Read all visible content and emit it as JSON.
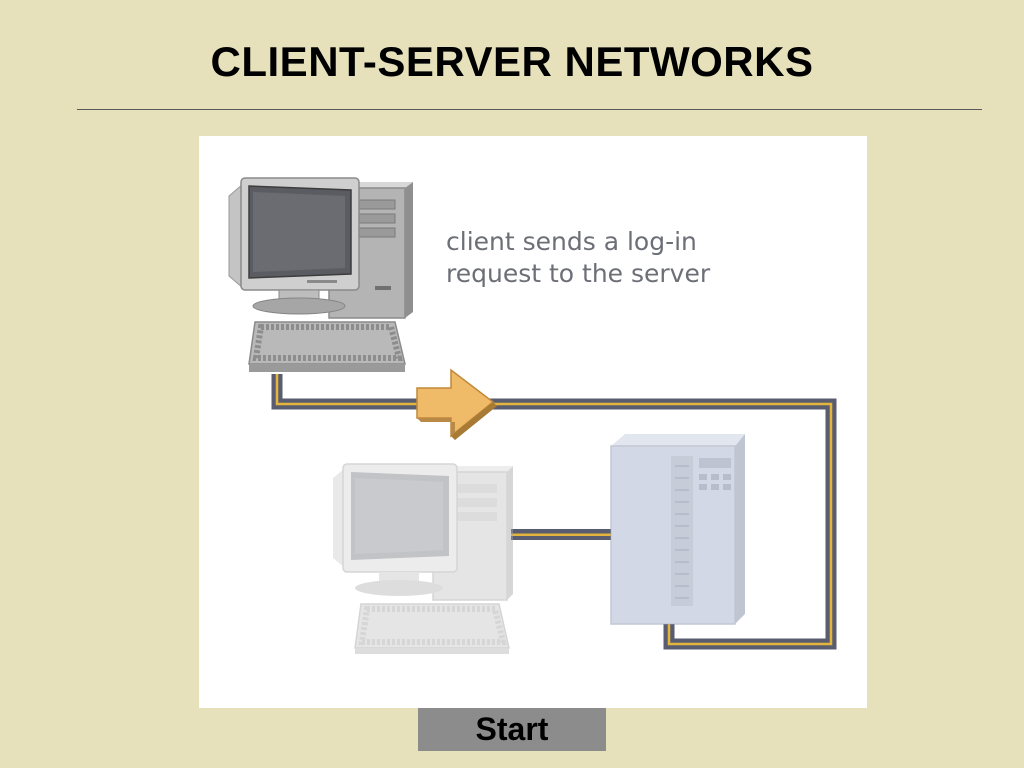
{
  "slide": {
    "title": "CLIENT-SERVER NETWORKS"
  },
  "diagram": {
    "caption_line1": "client sends a log-in",
    "caption_line2": "request to the server"
  },
  "controls": {
    "start_label": "Start"
  },
  "colors": {
    "background": "#e6e1bb",
    "cable": "#595d6f",
    "cable_signal": "#e3b53c",
    "arrow": "#e3ab55",
    "caption": "#6d6f77"
  }
}
